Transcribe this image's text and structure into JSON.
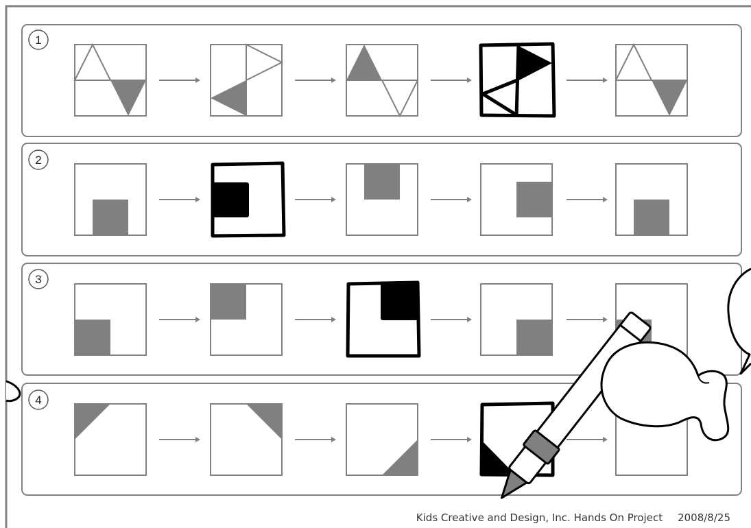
{
  "worksheet": {
    "rows": [
      {
        "number": "1",
        "pattern": "triangles"
      },
      {
        "number": "2",
        "pattern": "square-steps"
      },
      {
        "number": "3",
        "pattern": "corner-square"
      },
      {
        "number": "4",
        "pattern": "corner-triangle"
      }
    ],
    "colors": {
      "frame": "#808080",
      "shape": "#808080",
      "drawn": "#000000"
    }
  },
  "footer": {
    "company": "Kids Creative and Design, Inc. Hands On Project",
    "date": "2008/8/25"
  }
}
